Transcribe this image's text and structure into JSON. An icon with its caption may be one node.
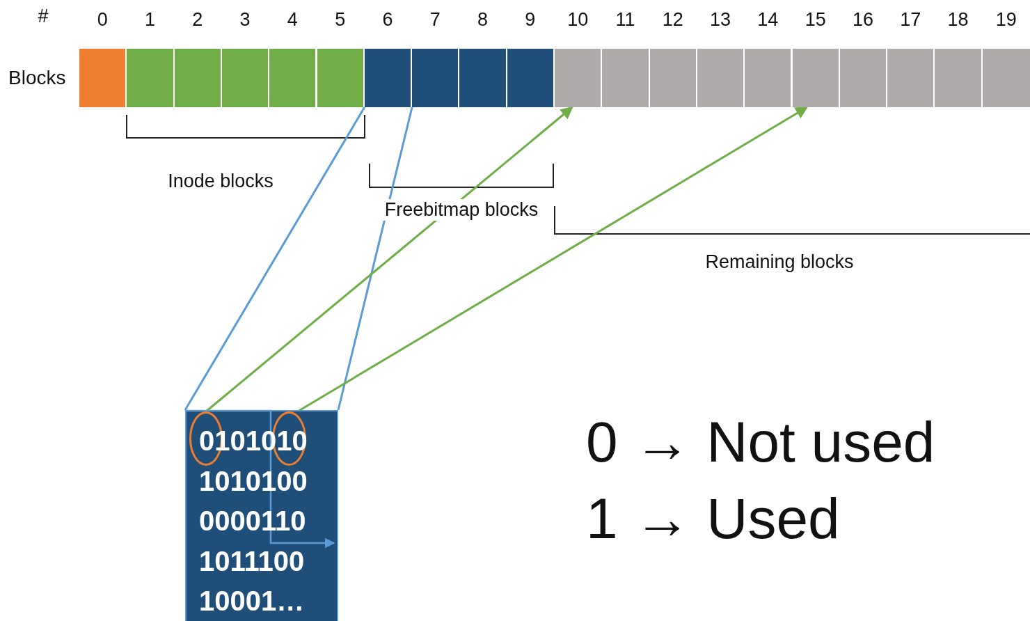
{
  "diagram": {
    "nodes": [
      {
        "text": [],
        "shape": "box",
        "beside": [
          "0"
        ]
      },
      {
        "text": [],
        "shape": "box",
        "beside": [
          "1"
        ]
      },
      {
        "text": [],
        "shape": "box",
        "beside": [
          "2"
        ]
      },
      {
        "text": [],
        "shape": "box",
        "beside": [
          "3"
        ]
      },
      {
        "text": [],
        "shape": "box",
        "beside": [
          "4"
        ]
      },
      {
        "text": [],
        "shape": "box",
        "beside": [
          "5"
        ]
      },
      {
        "text": [],
        "shape": "box",
        "beside": [
          "6"
        ]
      },
      {
        "text": [],
        "shape": "box",
        "beside": [
          "7"
        ]
      },
      {
        "text": [],
        "shape": "box",
        "beside": [
          "8"
        ]
      },
      {
        "text": [],
        "shape": "box",
        "beside": [
          "9"
        ]
      },
      {
        "text": [],
        "shape": "box",
        "beside": [
          "10"
        ]
      },
      {
        "text": [],
        "shape": "box",
        "beside": [
          "11"
        ]
      },
      {
        "text": [],
        "shape": "box",
        "beside": [
          "12"
        ]
      },
      {
        "text": [],
        "shape": "box",
        "beside": [
          "13"
        ]
      },
      {
        "text": [],
        "shape": "box",
        "beside": [
          "14"
        ]
      },
      {
        "text": [],
        "shape": "box",
        "beside": [
          "15"
        ]
      },
      {
        "text": [],
        "shape": "box",
        "beside": [
          "16"
        ]
      },
      {
        "text": [],
        "shape": "box",
        "beside": [
          "17"
        ]
      },
      {
        "text": [],
        "shape": "box",
        "beside": [
          "18"
        ]
      },
      {
        "text": [],
        "shape": "box",
        "beside": [
          "19"
        ]
      },
      {
        "text": [
          "0101010 1010100 0000110 1011100 10001…"
        ]
      },
      {
        "text": [],
        "shape": "circle",
        "in": 20
      },
      {
        "text": [],
        "shape": "circle",
        "in": 20
      }
    ],
    "edges": [
      {
        "from": 6,
        "to": 20,
        "arrow": "none",
        "color": "#5b9bd5"
      },
      {
        "from": 6,
        "to": 20,
        "arrow": "none",
        "color": "#5b9bd5"
      },
      {
        "from": 21,
        "to": 10,
        "arrow": "to",
        "color": "#70ad47"
      },
      {
        "from": 22,
        "to": 15,
        "arrow": "to",
        "color": "#70ad47"
      }
    ],
    "labels": [
      "#",
      "Blocks",
      "Inode blocks",
      "Freebitmap blocks",
      "Remaining blocks",
      "0 → Not used",
      "1 → Used"
    ]
  }
}
